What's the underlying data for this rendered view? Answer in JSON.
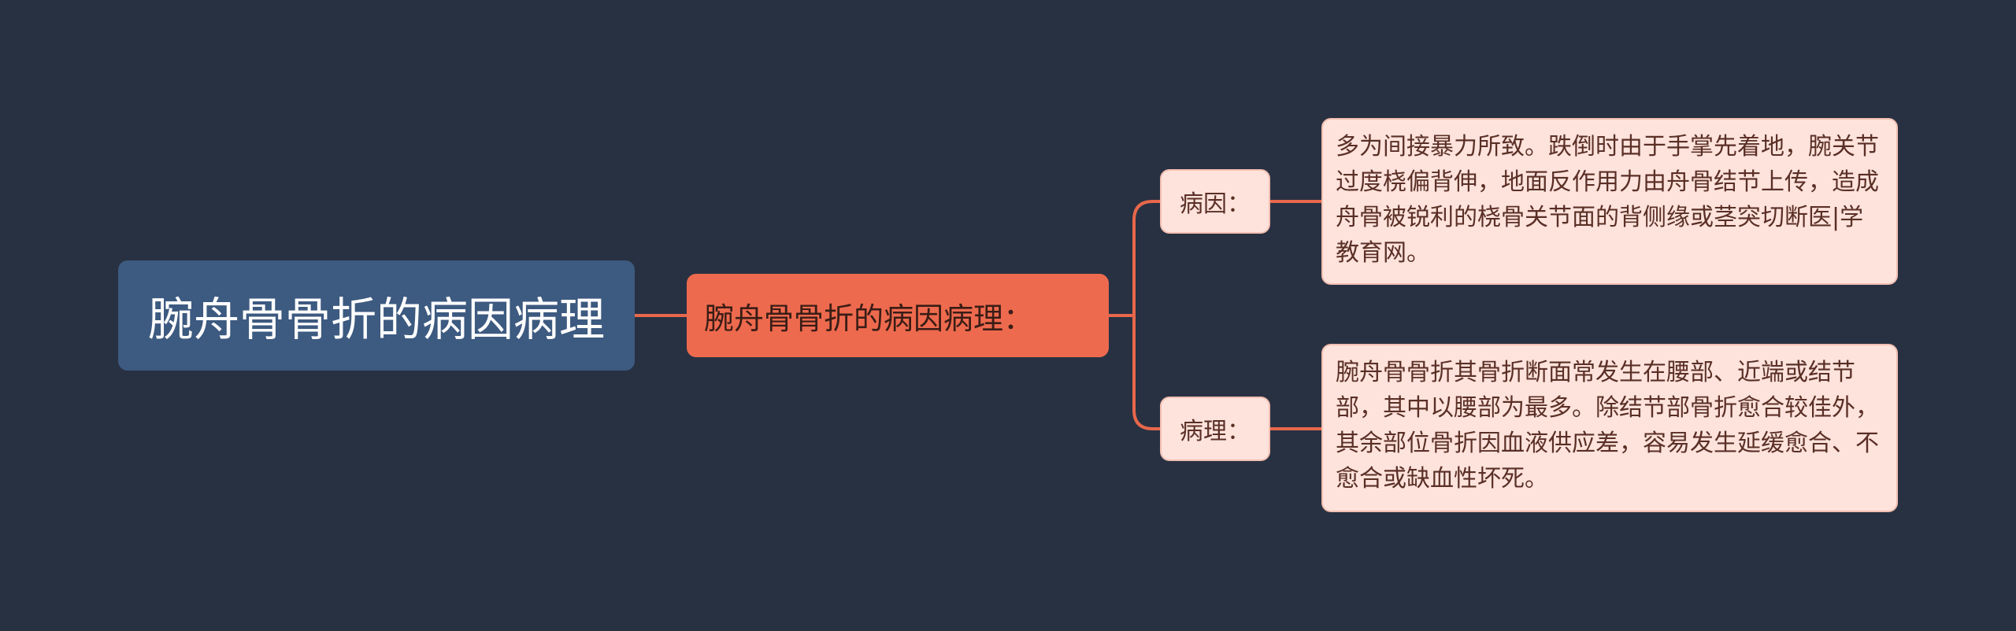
{
  "colors": {
    "background": "#283142",
    "root": "#3d5a80",
    "main": "#ee6a4e",
    "branch": "#fde3dc",
    "connector": "#e8674b"
  },
  "root": {
    "title": "腕舟骨骨折的病因病理"
  },
  "main": {
    "title": "腕舟骨骨折的病因病理："
  },
  "branches": [
    {
      "label": "病因：",
      "detail": "多为间接暴力所致。跌倒时由于手掌先着地，腕关节过度桡偏背伸，地面反作用力由舟骨结节上传，造成舟骨被锐利的桡骨关节面的背侧缘或茎突切断医|学教育网。"
    },
    {
      "label": "病理：",
      "detail": "腕舟骨骨折其骨折断面常发生在腰部、近端或结节部，其中以腰部为最多。除结节部骨折愈合较佳外，其余部位骨折因血液供应差，容易发生延缓愈合、不愈合或缺血性坏死。"
    }
  ]
}
